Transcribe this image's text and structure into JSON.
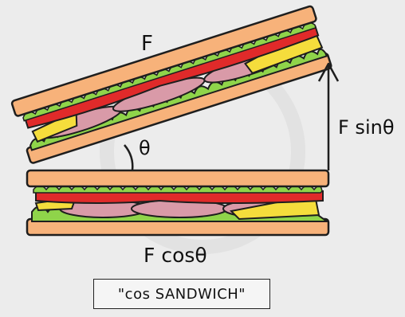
{
  "labels": {
    "hypotenuse": "F",
    "opposite": "F sinθ",
    "adjacent": "F cosθ",
    "angle": "θ"
  },
  "caption": "\"cos SANDWICH\"",
  "colors": {
    "background": "#ececec",
    "bread": "#f7b27a",
    "bread_edge": "#1e1e1e",
    "ham": "#d99aa8",
    "tomato": "#e02a2a",
    "lettuce": "#8fd44a",
    "cheese": "#f5dd3c",
    "ink": "#111111"
  },
  "icons": [
    "arrow-icon",
    "angle-arc-icon",
    "sandwich-illustration"
  ]
}
